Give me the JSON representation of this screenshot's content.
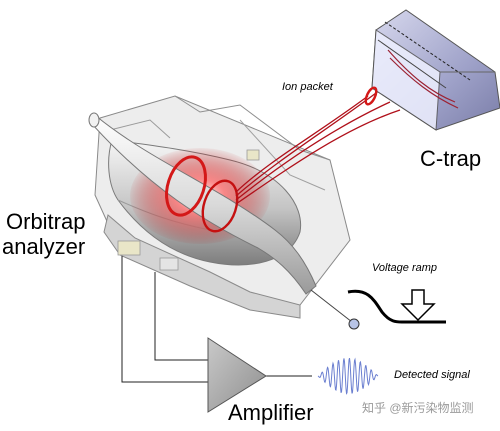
{
  "labels": {
    "ion_packet": "Ion packet",
    "c_trap": "C-trap",
    "orbitrap_line1": "Orbitrap",
    "orbitrap_line2": "analyzer",
    "voltage_ramp": "Voltage ramp",
    "detected_signal": "Detected signal",
    "amplifier": "Amplifier",
    "watermark": "知乎 @新污染物监测"
  },
  "colors": {
    "ion_path": "#b0101a",
    "ion_ring": "#d41818",
    "glow": "#ff4d4d",
    "housing": "#e7e7e7",
    "housing_edge": "#8a8a8a",
    "electrode": "#c9c9c9",
    "c_trap_metal": "#b6b8d8",
    "amplifier_fill": "#a9a9a9",
    "signal": "#6b7fd0"
  },
  "icons": {
    "down_arrow": "hollow-down-arrow-icon",
    "pickup_terminal": "terminal-circle-icon"
  }
}
